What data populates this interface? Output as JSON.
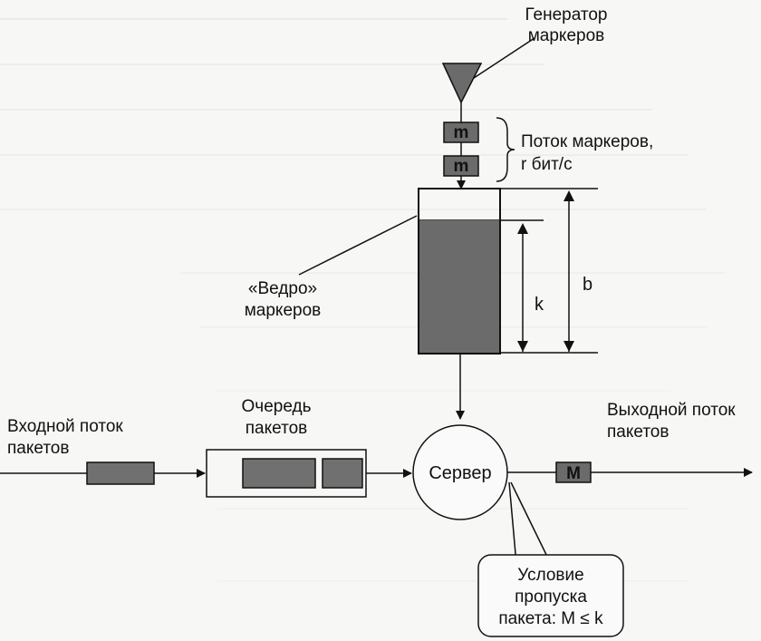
{
  "labels": {
    "generator_line1": "Генератор",
    "generator_line2": "маркеров",
    "token_stream_line1": "Поток маркеров,",
    "token_stream_line2": "r бит/с",
    "bucket_line1": "«Ведро»",
    "bucket_line2": "маркеров",
    "b": "b",
    "k": "k",
    "queue_line1": "Очередь",
    "queue_line2": "пакетов",
    "input_line1": "Входной поток",
    "input_line2": "пакетов",
    "server": "Сервер",
    "output_line1": "Выходной поток",
    "output_line2": "пакетов",
    "condition_line1": "Условие",
    "condition_line2": "пропуска",
    "condition_line3": "пакета: M ≤ k",
    "token": "m",
    "packet": "M"
  },
  "colors": {
    "fill_dark": "#6b6b6b",
    "fill_block": "#707070",
    "stroke": "#111111",
    "background": "#f7f7f5"
  }
}
